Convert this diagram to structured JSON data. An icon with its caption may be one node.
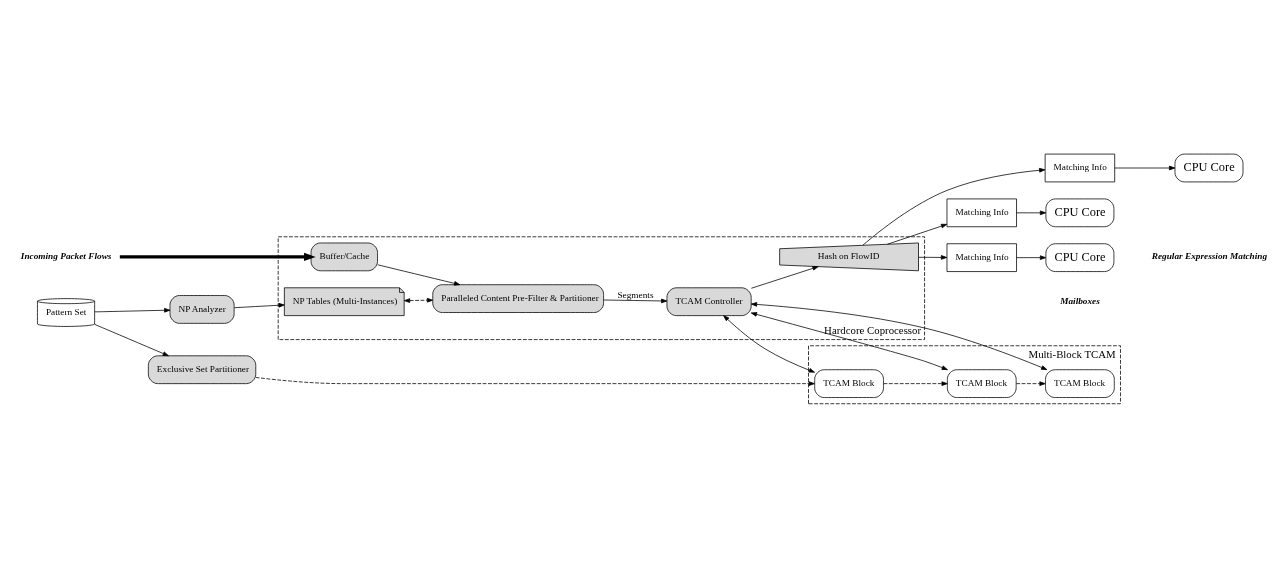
{
  "diagram": {
    "nodes": [
      {
        "text": [
          "Pattern Set"
        ]
      },
      {
        "text": [
          "NP Analyzer"
        ]
      },
      {
        "text": [
          "Exclusive Set Partitioner"
        ]
      },
      {
        "text": [
          "Multi-Block TCAM"
        ]
      },
      {
        "text": [
          "TCAM Block"
        ],
        "in": 3
      },
      {
        "text": [
          "TCAM Block"
        ],
        "in": 3
      },
      {
        "text": [
          "TCAM Block"
        ],
        "in": 3
      },
      {
        "text": [
          "Hardcore Coprocessor"
        ]
      },
      {
        "text": [
          "NP Tables (Multi-Instances)"
        ],
        "in": 7
      },
      {
        "text": [
          "Paralleled Content Pre-Filter & Partitioner"
        ],
        "in": 7
      },
      {
        "text": [
          "TCAM Controller"
        ],
        "in": 7
      },
      {
        "text": [
          "Hash on FlowID"
        ],
        "in": 7
      },
      {
        "text": [
          "Buffer/Cache"
        ],
        "in": 7
      },
      {
        "text": [
          "Matching Info"
        ]
      },
      {
        "text": [
          "Matching Info"
        ]
      },
      {
        "text": [
          "Matching Info"
        ]
      },
      {
        "text": [
          "CPU Core"
        ]
      },
      {
        "text": [
          "CPU Core"
        ]
      },
      {
        "text": [
          "CPU Core"
        ]
      },
      {
        "text": [
          "Incoming Packet Flows"
        ]
      }
    ],
    "edges": [
      {
        "from": 0,
        "to": 1,
        "arrow": "to"
      },
      {
        "from": 0,
        "to": 2,
        "arrow": "to"
      },
      {
        "from": 2,
        "to": 4,
        "arrow": "to",
        "style": "dashed"
      },
      {
        "from": 4,
        "to": 5,
        "arrow": "to",
        "style": "dashed"
      },
      {
        "from": 5,
        "to": 6,
        "arrow": "to",
        "style": "dashed"
      },
      {
        "from": 1,
        "to": 8,
        "arrow": "to"
      },
      {
        "from": 8,
        "to": 9,
        "arrow": "both",
        "style": "dashed"
      },
      {
        "from": 19,
        "to": 12,
        "arrow": "to",
        "style": "thick"
      },
      {
        "from": 12,
        "to": 9,
        "arrow": "to"
      },
      {
        "from": 9,
        "to": 10,
        "arrow": "to",
        "label": "Segments"
      },
      {
        "from": 10,
        "to": 4,
        "arrow": "both"
      },
      {
        "from": 10,
        "to": 5,
        "arrow": "both"
      },
      {
        "from": 10,
        "to": 6,
        "arrow": "both"
      },
      {
        "from": 10,
        "to": 11,
        "arrow": "to"
      },
      {
        "from": 11,
        "to": 13,
        "arrow": "to"
      },
      {
        "from": 11,
        "to": 14,
        "arrow": "to"
      },
      {
        "from": 11,
        "to": 15,
        "arrow": "to"
      },
      {
        "from": 13,
        "to": 16,
        "arrow": "to"
      },
      {
        "from": 14,
        "to": 17,
        "arrow": "to"
      },
      {
        "from": 15,
        "to": 18,
        "arrow": "to"
      }
    ],
    "labels": [
      "Mailboxes",
      "Regular Expression Matching"
    ]
  }
}
